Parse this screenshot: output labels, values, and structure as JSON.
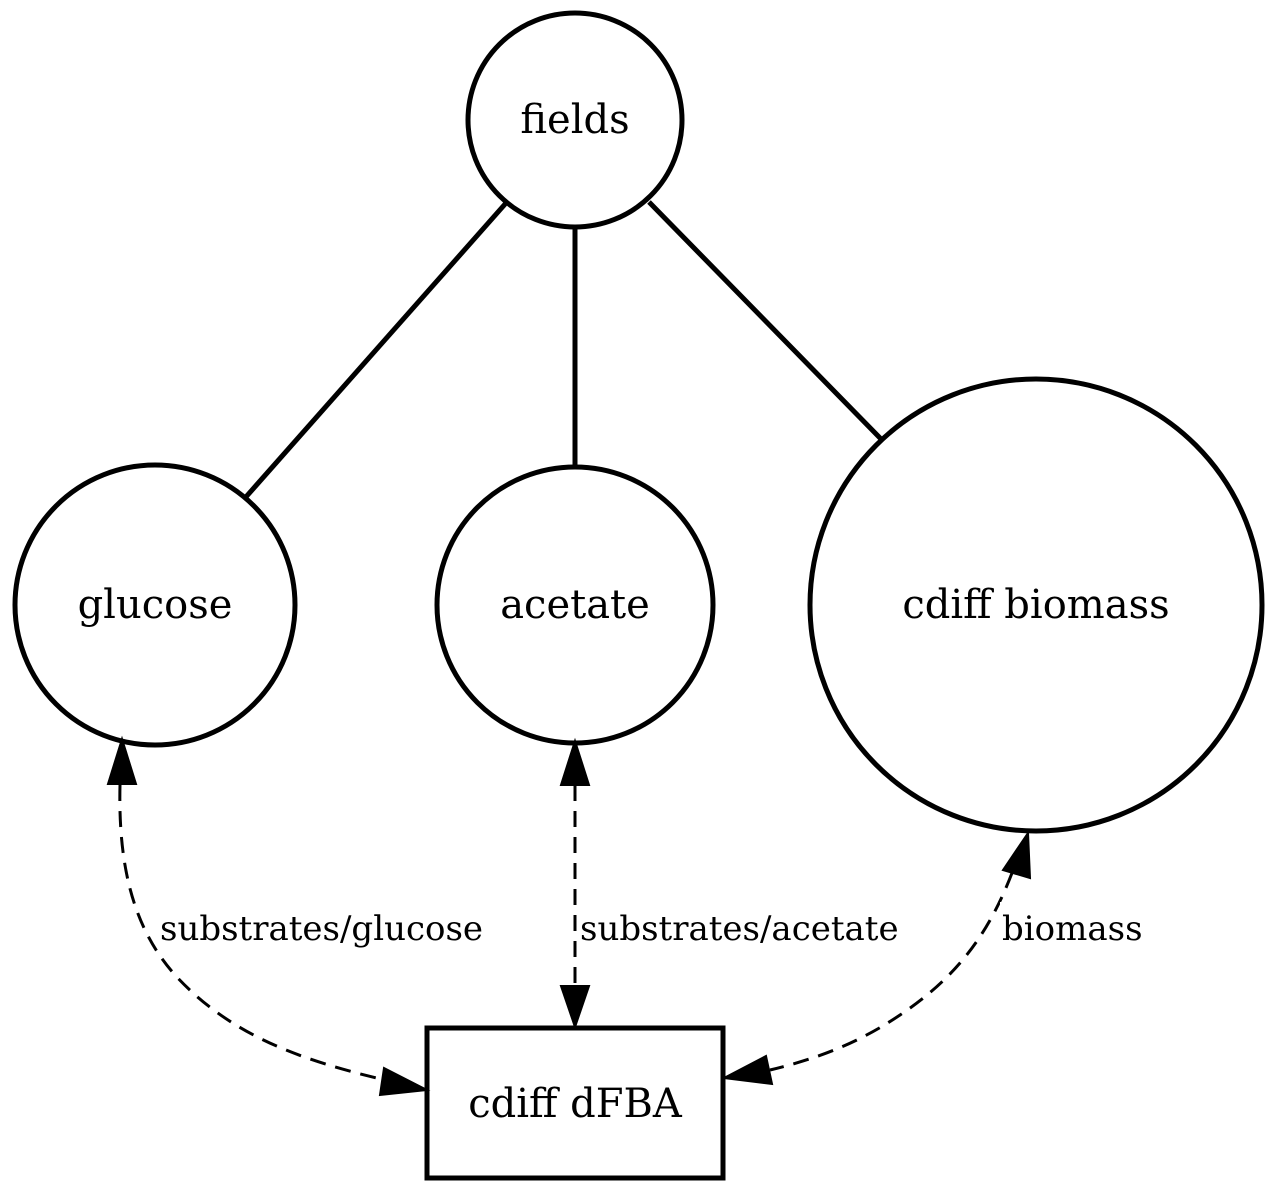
{
  "nodes": {
    "fields": "fields",
    "glucose": "glucose",
    "acetate": "acetate",
    "biomass": "cdiff biomass",
    "process": "cdiff dFBA"
  },
  "edges": {
    "glucose": "substrates/glucose",
    "acetate": "substrates/acetate",
    "biomass": "biomass"
  }
}
